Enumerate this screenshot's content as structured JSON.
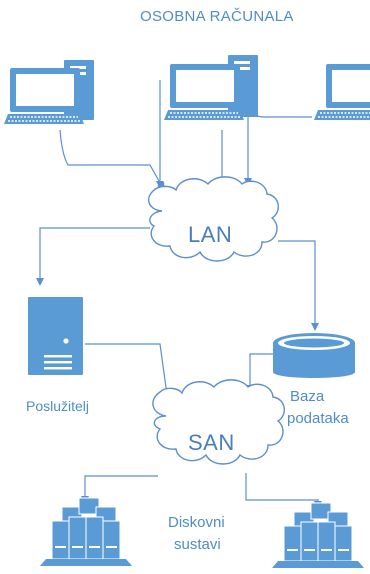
{
  "title": "OSOBNA RAČUNALA",
  "clouds": {
    "lan": "LAN",
    "san": "SAN"
  },
  "labels": {
    "server": "Poslužitelj",
    "database_line1": "Baza",
    "database_line2": "podataka",
    "storage_line1": "Diskovni",
    "storage_line2": "sustavi"
  },
  "colors": {
    "accent": "#4f8cc9",
    "fill": "#5b9bd5",
    "line": "#5b8fd0"
  }
}
